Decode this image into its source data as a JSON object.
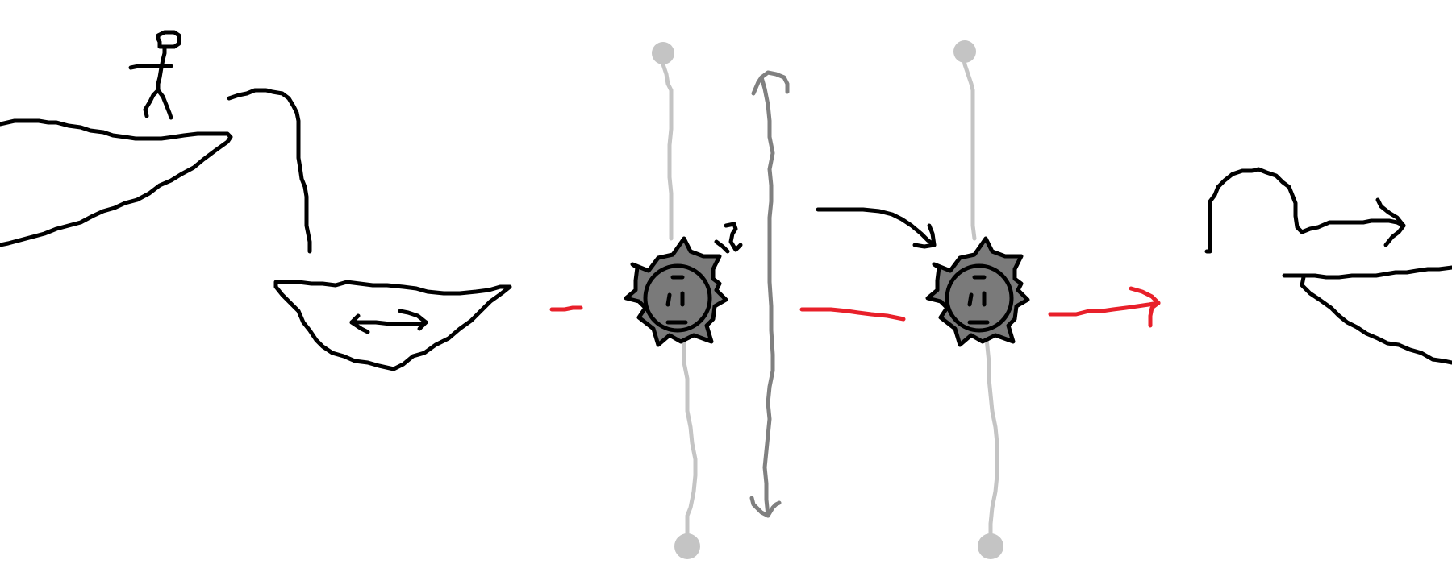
{
  "scene": {
    "background": "#ffffff",
    "palette": {
      "ink": "#000000",
      "hazard_path": "#e8202a",
      "track": "#c4c4c4",
      "motion_guide": "#808080",
      "enemy_body": "#7a7a7a"
    },
    "elements": [
      "start-ledge",
      "stick-figure-player",
      "jump-arc",
      "moving-platform",
      "spiked-mine-enemy",
      "enemy-vertical-track",
      "vertical-motion-arrow",
      "landing-arrow",
      "red-trajectory",
      "goal-ledge"
    ]
  }
}
